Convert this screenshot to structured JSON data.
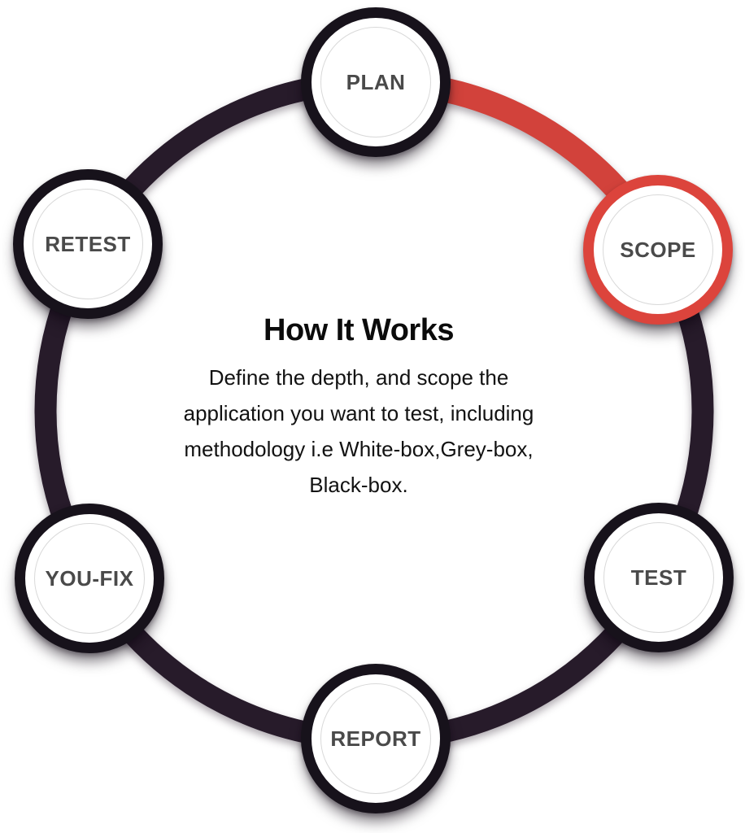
{
  "colors": {
    "ring_dark": "#271b2a",
    "ring_red": "#d2423b",
    "node_border_dark": "#17121b",
    "node_border_active": "#dc443c",
    "node_label": "#4a4a4a",
    "heading_text": "#0b0b0b",
    "body_text": "#121212"
  },
  "center": {
    "heading": "How It Works",
    "description_lines": [
      "Define the depth, and scope the",
      "application you want to test, including",
      "methodology i.e White-box,Grey-box,",
      "Black-box."
    ]
  },
  "nodes": [
    {
      "id": "plan",
      "label": "PLAN",
      "active": false
    },
    {
      "id": "scope",
      "label": "SCOPE",
      "active": true
    },
    {
      "id": "test",
      "label": "TEST",
      "active": false
    },
    {
      "id": "report",
      "label": "REPORT",
      "active": false
    },
    {
      "id": "you-fix",
      "label": "YOU-FIX",
      "active": false
    },
    {
      "id": "retest",
      "label": "RETEST",
      "active": false
    }
  ]
}
